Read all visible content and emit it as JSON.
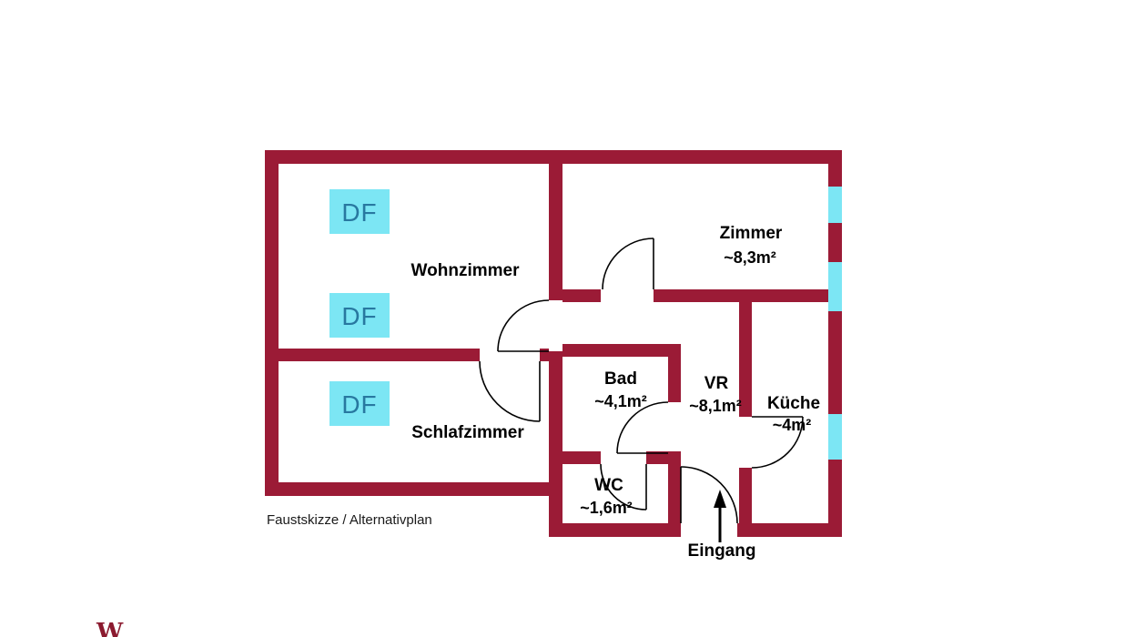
{
  "plan": {
    "caption": "Faustskizze / Alternativplan",
    "watermark": "W",
    "entrance_label": "Eingang",
    "roof_window_label": "DF",
    "rooms": [
      {
        "id": "wohnzimmer",
        "name": "Wohnzimmer"
      },
      {
        "id": "schlafzimmer",
        "name": "Schlafzimmer"
      },
      {
        "id": "zimmer",
        "name": "Zimmer",
        "area": "~8,3m²"
      },
      {
        "id": "bad",
        "name": "Bad",
        "area": "~4,1m²"
      },
      {
        "id": "vr",
        "name": "VR",
        "area": "~8,1m²"
      },
      {
        "id": "kueche",
        "name": "Küche",
        "area": "~4m²"
      },
      {
        "id": "wc",
        "name": "WC",
        "area": "~1,6m²"
      }
    ],
    "colors": {
      "wall": "#9B1B36",
      "window": "#7CE6F4",
      "roof_window_box": "#7CE6F4",
      "roof_window_text": "#2878A0",
      "label_text": "#000000"
    }
  }
}
